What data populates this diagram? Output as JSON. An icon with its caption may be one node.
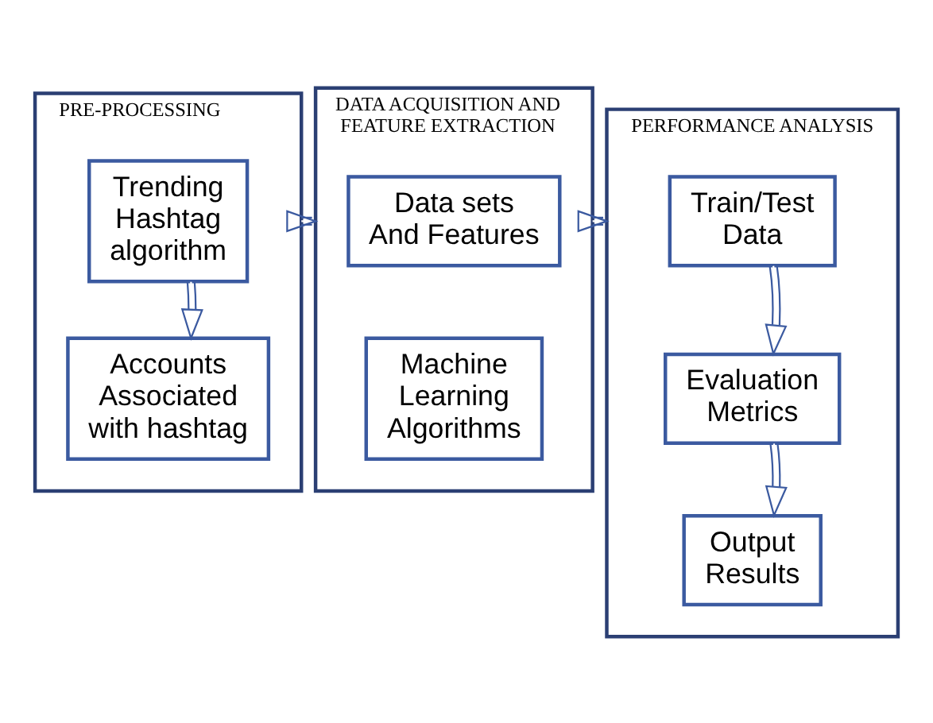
{
  "diagram": {
    "nodes": [
      {
        "text": [
          "PRE-PROCESSING"
        ]
      },
      {
        "text": [
          "Trending Hashtag algorithm"
        ],
        "in": 0
      },
      {
        "text": [
          "Accounts Associated with hashtag"
        ],
        "in": 0
      },
      {
        "text": [
          "DATA ACQUISITION AND FEATURE EXTRACTION"
        ]
      },
      {
        "text": [
          "Data sets And Features"
        ],
        "in": 3
      },
      {
        "text": [
          "Machine Learning Algorithms"
        ],
        "in": 3
      },
      {
        "text": [
          "PERFORMANCE ANALYSIS"
        ]
      },
      {
        "text": [
          "Train/Test Data"
        ],
        "in": 6
      },
      {
        "text": [
          "Evaluation Metrics"
        ],
        "in": 6
      },
      {
        "text": [
          "Output Results"
        ],
        "in": 6
      }
    ],
    "edges": [
      {
        "from": 1,
        "to": 2,
        "arrow": "to"
      },
      {
        "from": 0,
        "to": 3,
        "arrow": "to"
      },
      {
        "from": 3,
        "to": 6,
        "arrow": "to"
      },
      {
        "from": 7,
        "to": 8,
        "arrow": "to"
      },
      {
        "from": 8,
        "to": 9,
        "arrow": "to"
      }
    ]
  }
}
